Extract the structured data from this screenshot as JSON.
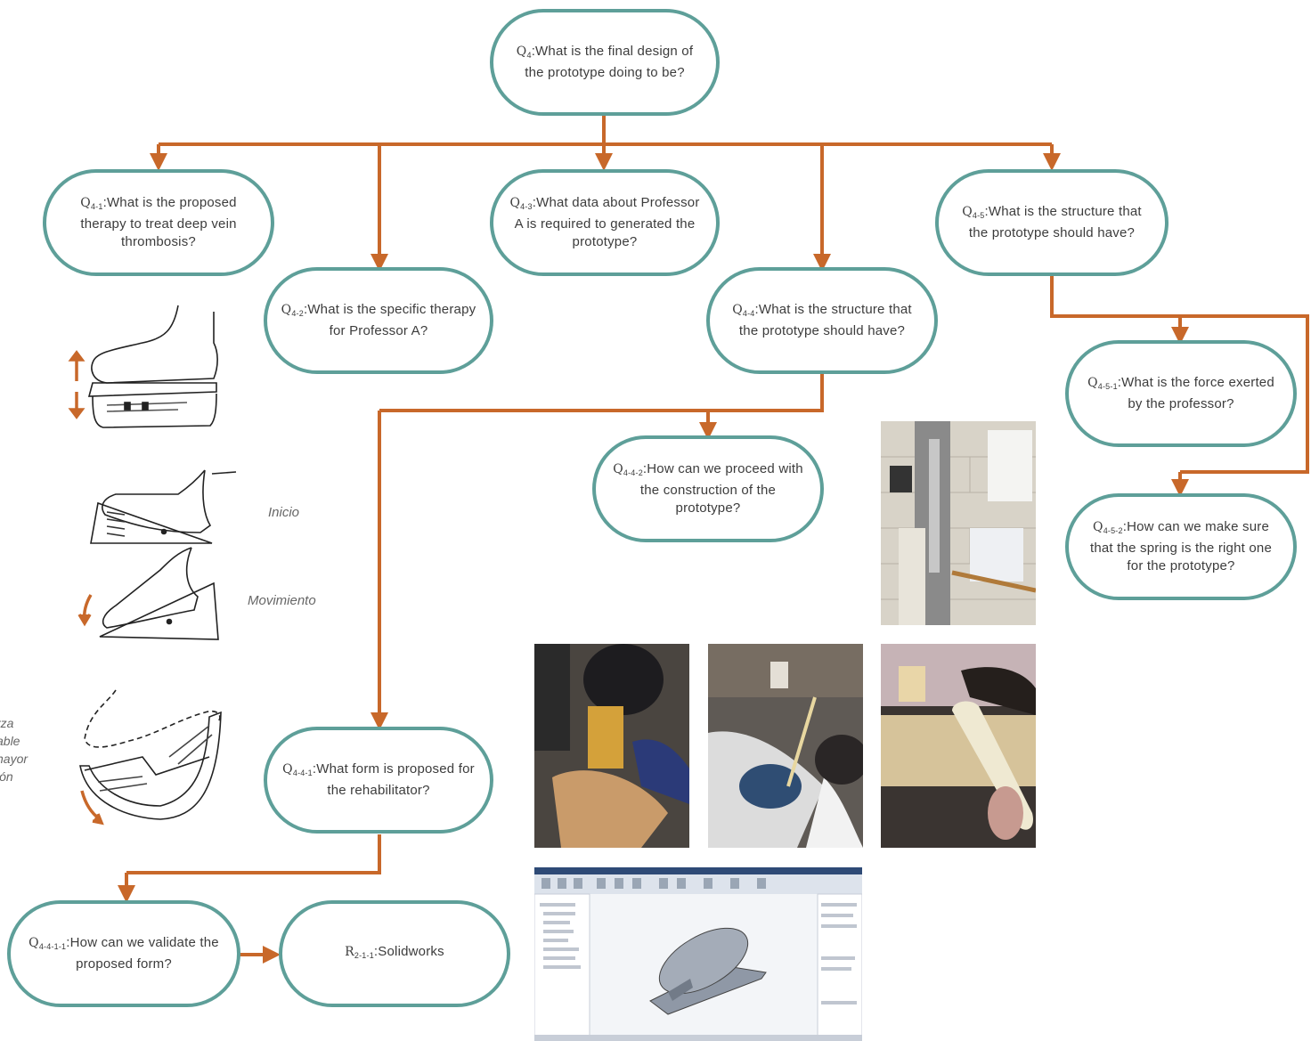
{
  "colors": {
    "node_border": "#5e9f99",
    "arrow": "#c8682a",
    "text": "#3c3c3c"
  },
  "nodes": {
    "q4": {
      "id": "Q",
      "sub": "4",
      "text": ":What is the final design of the prototype doing to be?"
    },
    "q4_1": {
      "id": "Q",
      "sub": "4-1",
      "text": ":What is the proposed therapy to treat deep vein thrombosis?"
    },
    "q4_2": {
      "id": "Q",
      "sub": "4-2",
      "text": ":What is the specific therapy for Professor A?"
    },
    "q4_3": {
      "id": "Q",
      "sub": "4-3",
      "text": ":What data about Professor A is required to generated the prototype?"
    },
    "q4_4": {
      "id": "Q",
      "sub": "4-4",
      "text": ":What is the structure that the prototype should have?"
    },
    "q4_5": {
      "id": "Q",
      "sub": "4-5",
      "text": ":What is the structure that the prototype should have?"
    },
    "q4_5_1": {
      "id": "Q",
      "sub": "4-5-1",
      "text": ":What is the force exerted by the professor?"
    },
    "q4_5_2": {
      "id": "Q",
      "sub": "4-5-2",
      "text": ":How can we make sure that the spring is the right one for the prototype?"
    },
    "q4_4_2": {
      "id": "Q",
      "sub": "4-4-2",
      "text": ":How can we proceed with the construction of the prototype?"
    },
    "q4_4_1": {
      "id": "Q",
      "sub": "4-4-1",
      "text": ":What form is proposed for the rehabilitator?"
    },
    "q4_4_1_1": {
      "id": "Q",
      "sub": "4-4-1-1",
      "text": ":How can we validate the proposed form?"
    },
    "r2_1_1": {
      "id": "R",
      "sub": "2-1-1",
      "text": ":Solidworks"
    }
  },
  "illustrations": {
    "caption_start": "Inicio",
    "caption_movement": "Movimiento",
    "cut_text_lines": [
      "rza",
      "able",
      "nayor",
      "ión"
    ]
  },
  "icons": {
    "arrow_up_down": "up-down-arrow-icon",
    "arrow_curved": "curved-arrow-icon"
  }
}
